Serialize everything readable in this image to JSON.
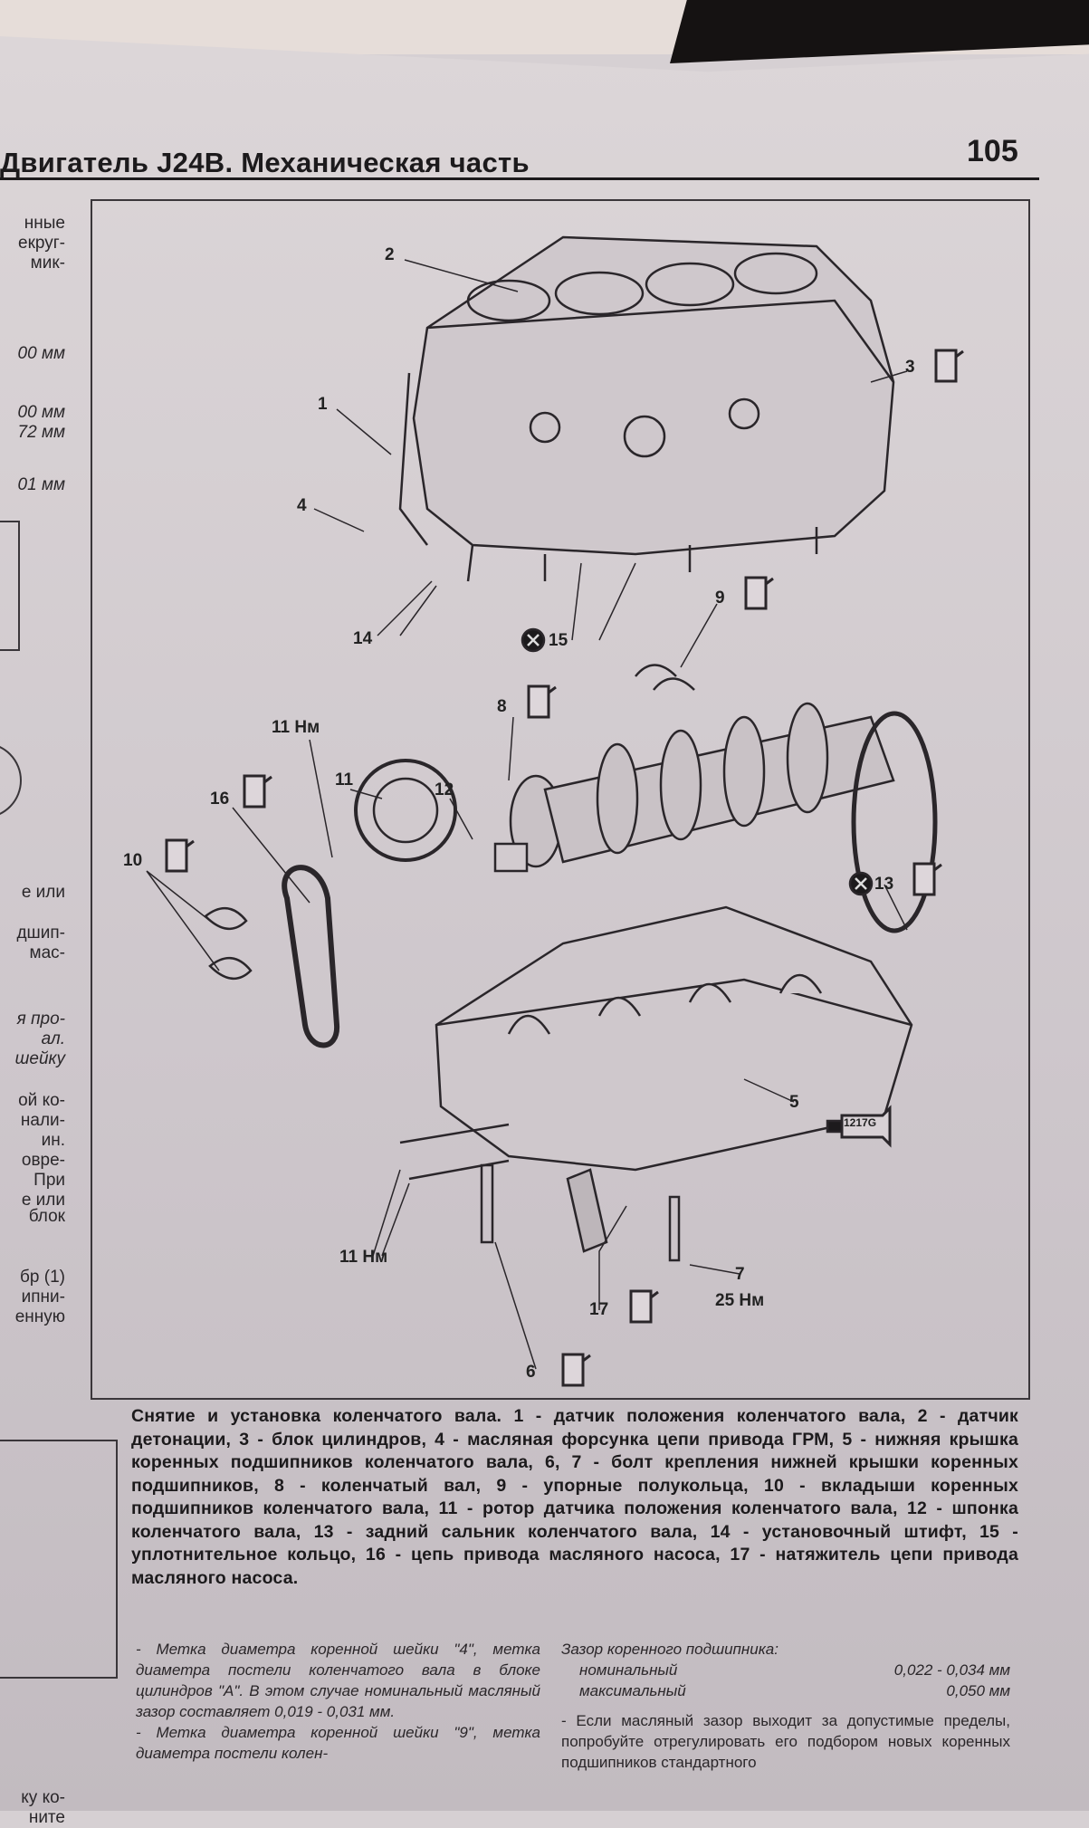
{
  "header": {
    "title": "Двигатель J24B. Механическая часть",
    "page_number": "105"
  },
  "left_fragments": [
    [
      "нные",
      "екруг-",
      "мик-"
    ],
    [
      "00 мм"
    ],
    [
      "00 мм",
      "72 мм"
    ],
    [
      "01 мм"
    ],
    [
      "е или"
    ],
    [
      "дшип-",
      "мас-"
    ],
    [
      "я про-",
      "ал.",
      "шейку"
    ],
    [
      "ой ко-",
      "нали-",
      "ин.",
      "овре-",
      "При",
      "е или"
    ],
    [
      "блок"
    ],
    [
      "бр (1)",
      "ипни-",
      "енную"
    ],
    [
      "ку ко-",
      "ните"
    ]
  ],
  "figure": {
    "callouts": {
      "c1": "1",
      "c2": "2",
      "c3": "3",
      "c4": "4",
      "c5": "5",
      "c6": "6",
      "c7": "7",
      "c8": "8",
      "c9": "9",
      "c10": "10",
      "c11": "11",
      "c12": "12",
      "c13": "13",
      "c14": "14",
      "c15": "15",
      "c16": "16",
      "c17": "17"
    },
    "torques": {
      "t11_top": "11 Нм",
      "t11_bottom": "11 Нм",
      "t7": "25 Нм"
    },
    "sealant_label": "1217G"
  },
  "caption": "Снятие и установка коленчатого вала. 1 - датчик положения коленчатого вала, 2 - датчик детонации, 3 - блок цилиндров, 4 - масляная форсунка цепи привода ГРМ, 5 - нижняя крышка коренных подшипников коленчатого вала, 6, 7 - болт крепления нижней крышки коренных подшипников, 8 - коленчатый вал, 9 - упорные полукольца, 10 - вкладыши коренных подшипников коленчатого вала, 11 - ротор датчика положения коленчатого вала, 12 - шпонка коленчатого вала, 13 - задний сальник коленчатого вала, 14 - установочный штифт, 15 - уплотнительное кольцо, 16 - цепь привода масляного насоса, 17 - натяжитель цепи привода масляного насоса.",
  "body": {
    "left": [
      "- Метка диаметра коренной шейки \"4\", метка диаметра постели коленчатого вала в блоке цилиндров \"А\". В этом случае номинальный масляный зазор составляет 0,019 - 0,031 мм.",
      "- Метка диаметра коренной шейки \"9\", метка диаметра постели колен-"
    ],
    "right": {
      "title": "Зазор коренного подшипника:",
      "nominal_label": "номинальный",
      "nominal_value": "0,022 - 0,034 мм",
      "max_label": "максимальный",
      "max_value": "0,050 мм",
      "text": "- Если масляный зазор выходит за допустимые пределы, попробуйте отрегулировать его подбором новых коренных подшипников стандартного"
    }
  }
}
